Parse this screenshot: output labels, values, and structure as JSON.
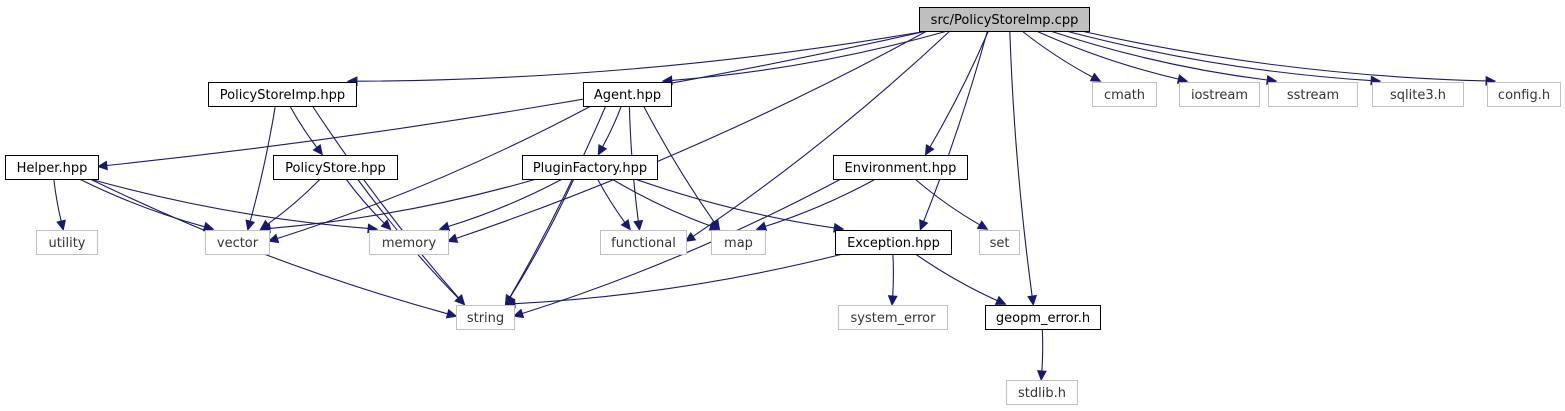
{
  "colors": {
    "edge": "#191970",
    "root_fill": "#bfbfbf",
    "local_border": "#000000",
    "system_border": "#bfbfbf",
    "local_text": "#000000",
    "system_text": "#333333"
  },
  "nodes": {
    "root": {
      "label": "src/PolicyStoreImp.cpp",
      "kind": "root"
    },
    "policystoreimp": {
      "label": "PolicyStoreImp.hpp",
      "kind": "local"
    },
    "agent": {
      "label": "Agent.hpp",
      "kind": "local"
    },
    "helper": {
      "label": "Helper.hpp",
      "kind": "local"
    },
    "policystore": {
      "label": "PolicyStore.hpp",
      "kind": "local"
    },
    "pluginfactory": {
      "label": "PluginFactory.hpp",
      "kind": "local"
    },
    "environment": {
      "label": "Environment.hpp",
      "kind": "local"
    },
    "exception": {
      "label": "Exception.hpp",
      "kind": "local"
    },
    "geopm_error": {
      "label": "geopm_error.h",
      "kind": "local"
    },
    "cmath": {
      "label": "cmath",
      "kind": "system"
    },
    "iostream": {
      "label": "iostream",
      "kind": "system"
    },
    "sstream": {
      "label": "sstream",
      "kind": "system"
    },
    "sqlite3": {
      "label": "sqlite3.h",
      "kind": "system"
    },
    "config": {
      "label": "config.h",
      "kind": "system"
    },
    "utility": {
      "label": "utility",
      "kind": "system"
    },
    "vector": {
      "label": "vector",
      "kind": "system"
    },
    "memory": {
      "label": "memory",
      "kind": "system"
    },
    "functional": {
      "label": "functional",
      "kind": "system"
    },
    "map": {
      "label": "map",
      "kind": "system"
    },
    "set": {
      "label": "set",
      "kind": "system"
    },
    "string": {
      "label": "string",
      "kind": "system"
    },
    "system_error": {
      "label": "system_error",
      "kind": "system"
    },
    "stdlib": {
      "label": "stdlib.h",
      "kind": "system"
    }
  },
  "edges": [
    [
      "root",
      "policystoreimp"
    ],
    [
      "root",
      "agent"
    ],
    [
      "root",
      "helper"
    ],
    [
      "root",
      "memory"
    ],
    [
      "root",
      "functional"
    ],
    [
      "root",
      "environment"
    ],
    [
      "root",
      "exception"
    ],
    [
      "root",
      "geopm_error"
    ],
    [
      "root",
      "cmath"
    ],
    [
      "root",
      "iostream"
    ],
    [
      "root",
      "sstream"
    ],
    [
      "root",
      "sqlite3"
    ],
    [
      "root",
      "config"
    ],
    [
      "policystoreimp",
      "policystore"
    ],
    [
      "policystoreimp",
      "vector"
    ],
    [
      "policystoreimp",
      "string"
    ],
    [
      "agent",
      "pluginfactory"
    ],
    [
      "agent",
      "vector"
    ],
    [
      "agent",
      "string"
    ],
    [
      "agent",
      "functional"
    ],
    [
      "agent",
      "map"
    ],
    [
      "helper",
      "utility"
    ],
    [
      "helper",
      "vector"
    ],
    [
      "helper",
      "memory"
    ],
    [
      "helper",
      "string"
    ],
    [
      "policystore",
      "vector"
    ],
    [
      "policystore",
      "memory"
    ],
    [
      "policystore",
      "string"
    ],
    [
      "pluginfactory",
      "vector"
    ],
    [
      "pluginfactory",
      "memory"
    ],
    [
      "pluginfactory",
      "string"
    ],
    [
      "pluginfactory",
      "functional"
    ],
    [
      "pluginfactory",
      "map"
    ],
    [
      "pluginfactory",
      "exception"
    ],
    [
      "environment",
      "map"
    ],
    [
      "environment",
      "set"
    ],
    [
      "environment",
      "string"
    ],
    [
      "exception",
      "string"
    ],
    [
      "exception",
      "system_error"
    ],
    [
      "exception",
      "geopm_error"
    ],
    [
      "geopm_error",
      "stdlib"
    ]
  ]
}
